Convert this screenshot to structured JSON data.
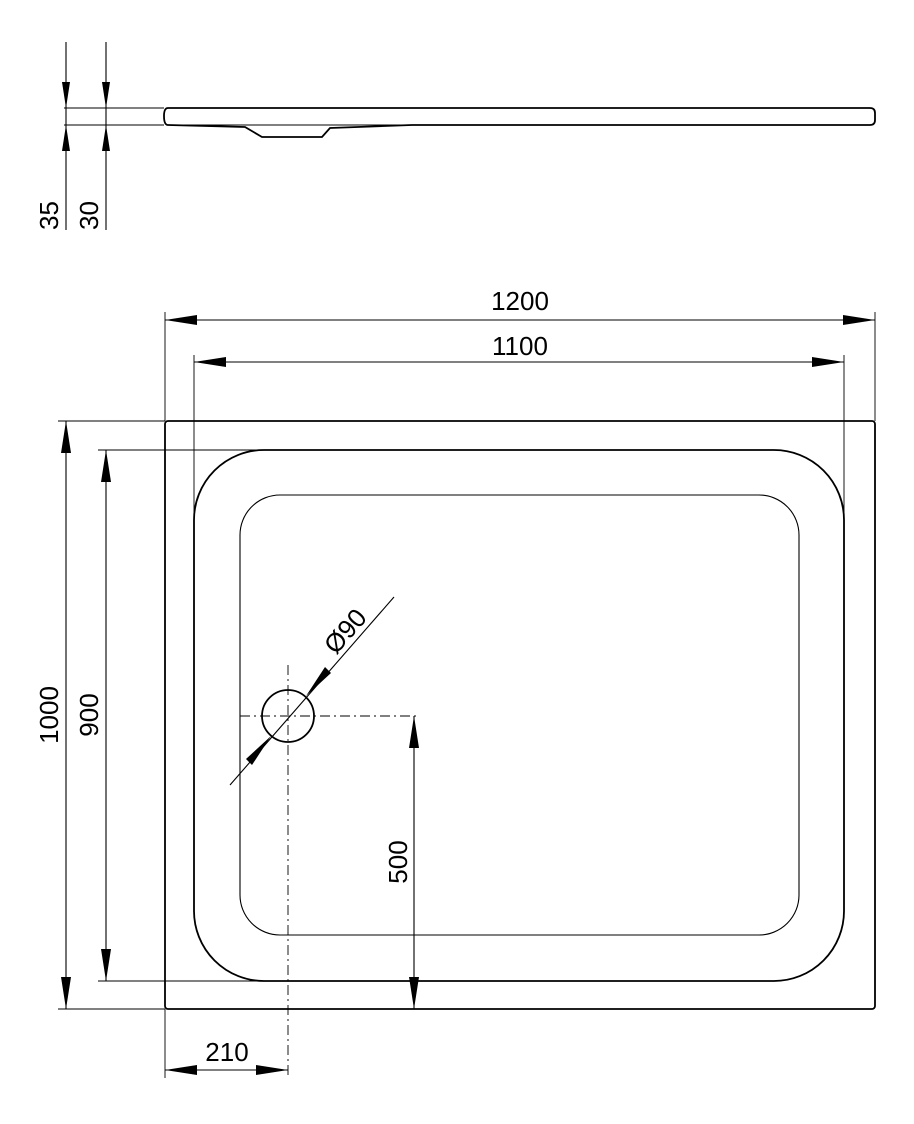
{
  "drawing": {
    "line_color": "#000000",
    "background": "#ffffff",
    "side_view": {
      "dim_total_height": "35",
      "dim_tray_height": "30"
    },
    "top_view": {
      "dim_outer_width": "1200",
      "dim_inner_width": "1100",
      "dim_outer_depth": "1000",
      "dim_inner_depth": "900",
      "dim_drain_diameter": "Ø90",
      "dim_drain_from_front": "500",
      "dim_drain_from_side": "210"
    }
  }
}
